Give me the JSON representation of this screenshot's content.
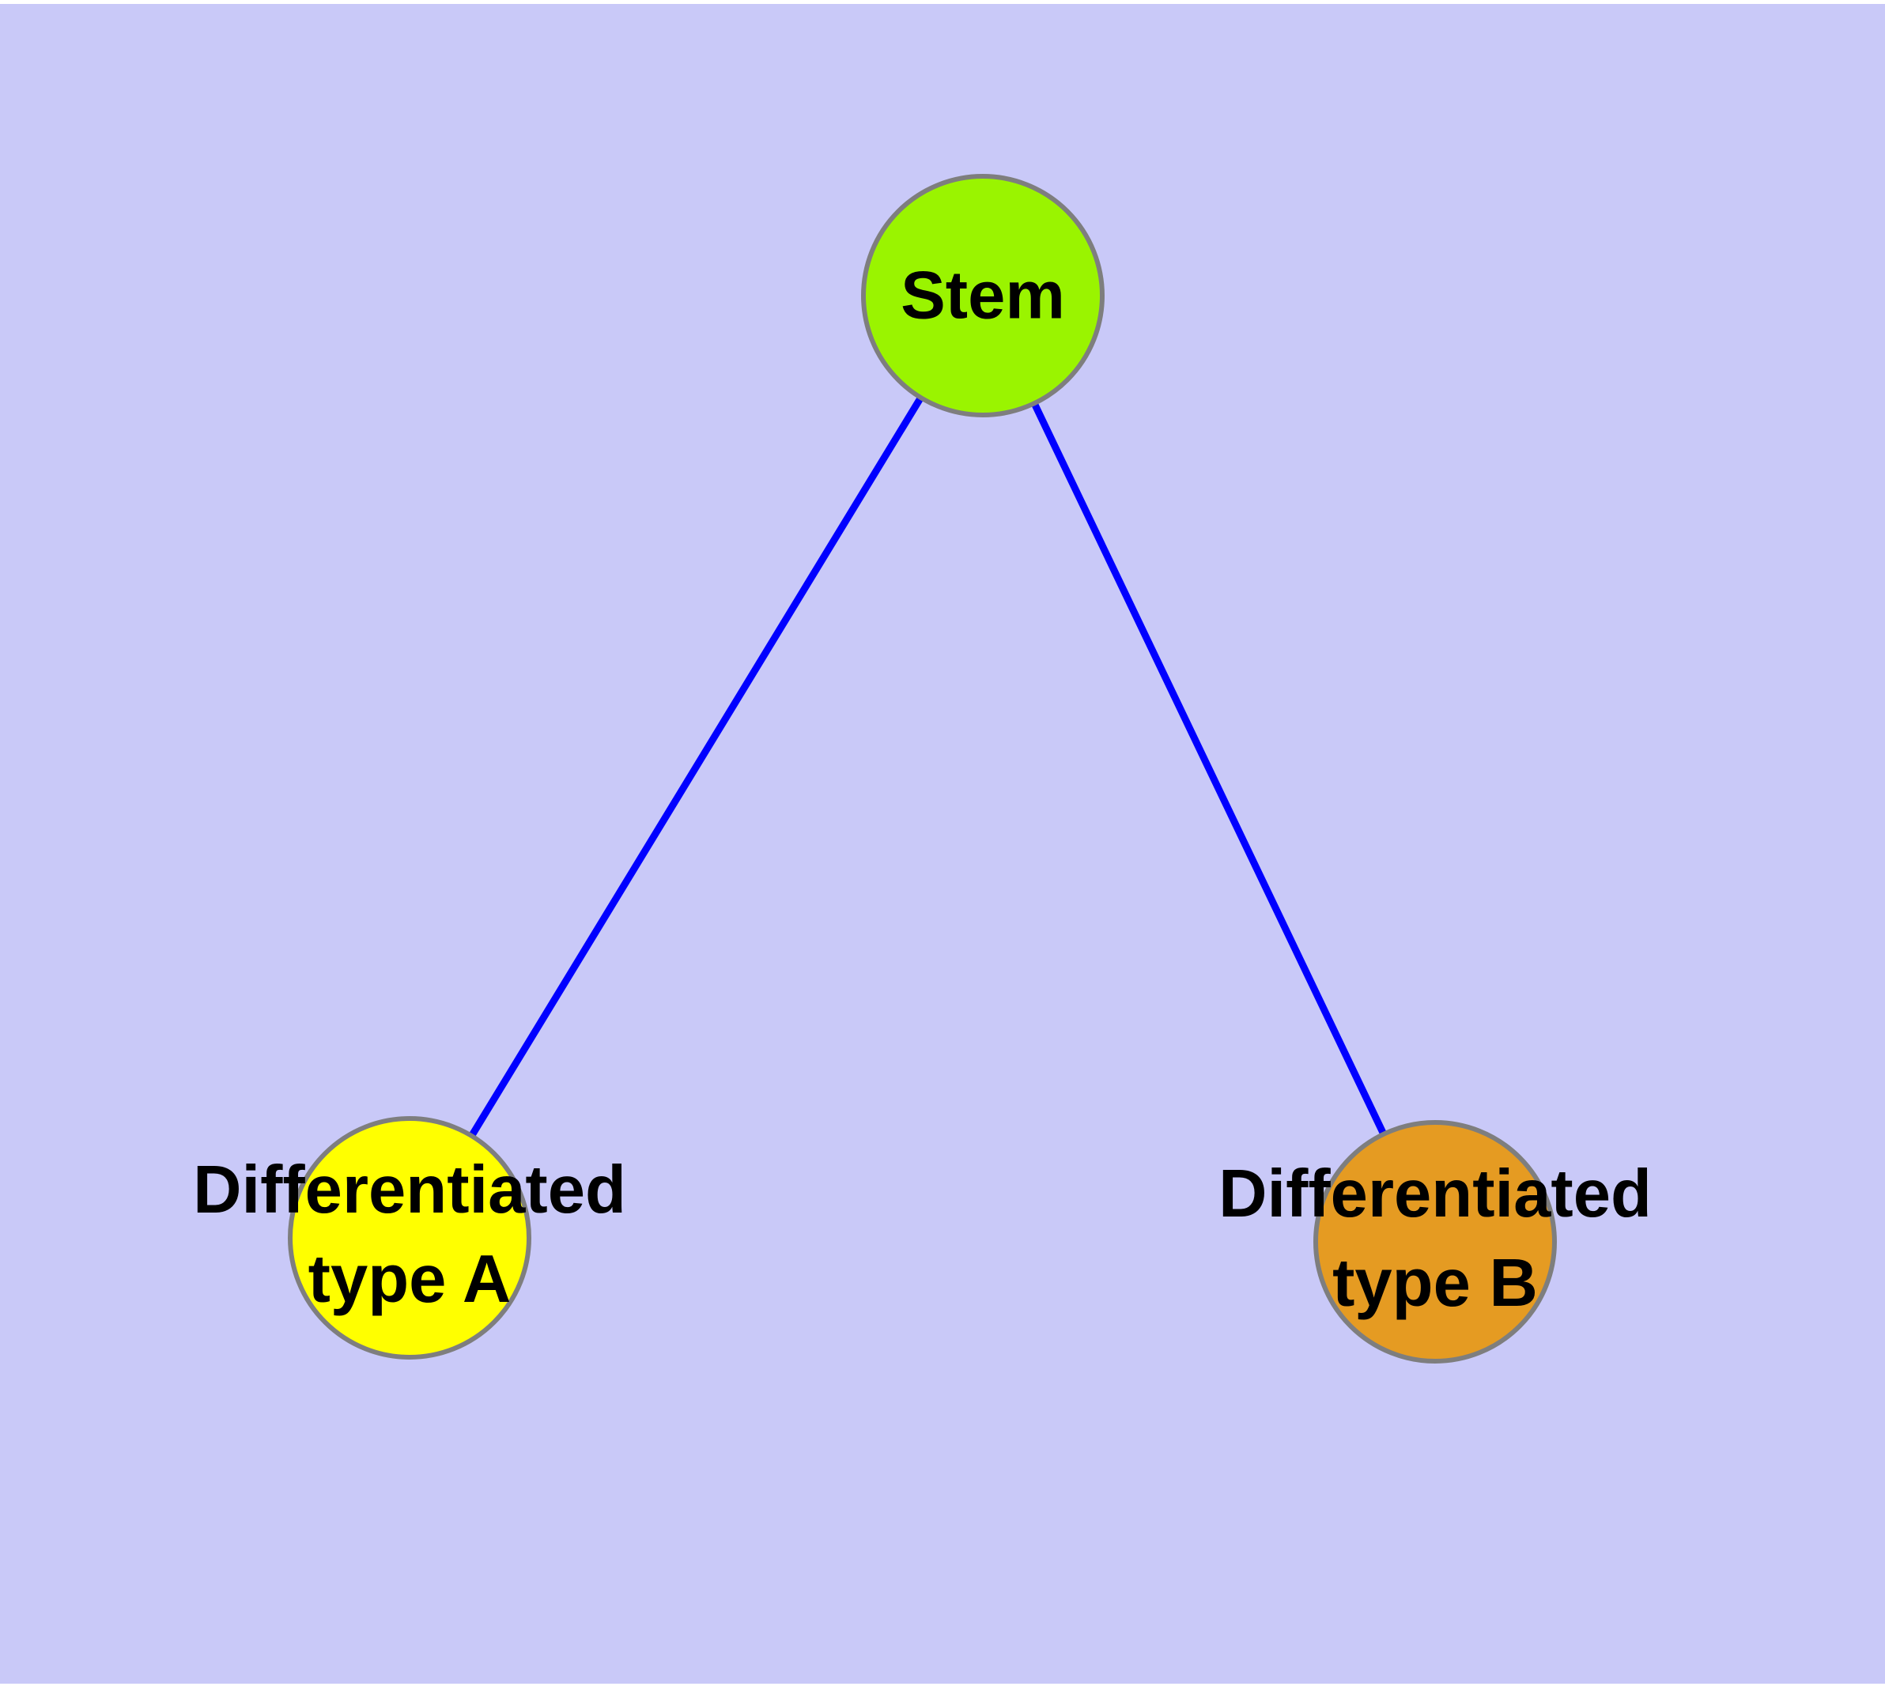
{
  "diagram": {
    "background": "#C9C9F8",
    "page_margin_color": "#FFFFFF",
    "text_color": "#000000",
    "node_border_color": "#7E7E7E",
    "nodes": {
      "stem": {
        "label": "Stem",
        "fill": "#9AF400"
      },
      "type_a": {
        "label": "Differentiated\ntype A",
        "fill": "#FFFF00"
      },
      "type_b": {
        "label": "Differentiated\ntype B",
        "fill": "#E59B22"
      }
    },
    "edges": {
      "color": "#0000FF",
      "connections": [
        {
          "from": "Stem",
          "to": "Differentiated type A"
        },
        {
          "from": "Stem",
          "to": "Differentiated type B"
        }
      ]
    }
  }
}
